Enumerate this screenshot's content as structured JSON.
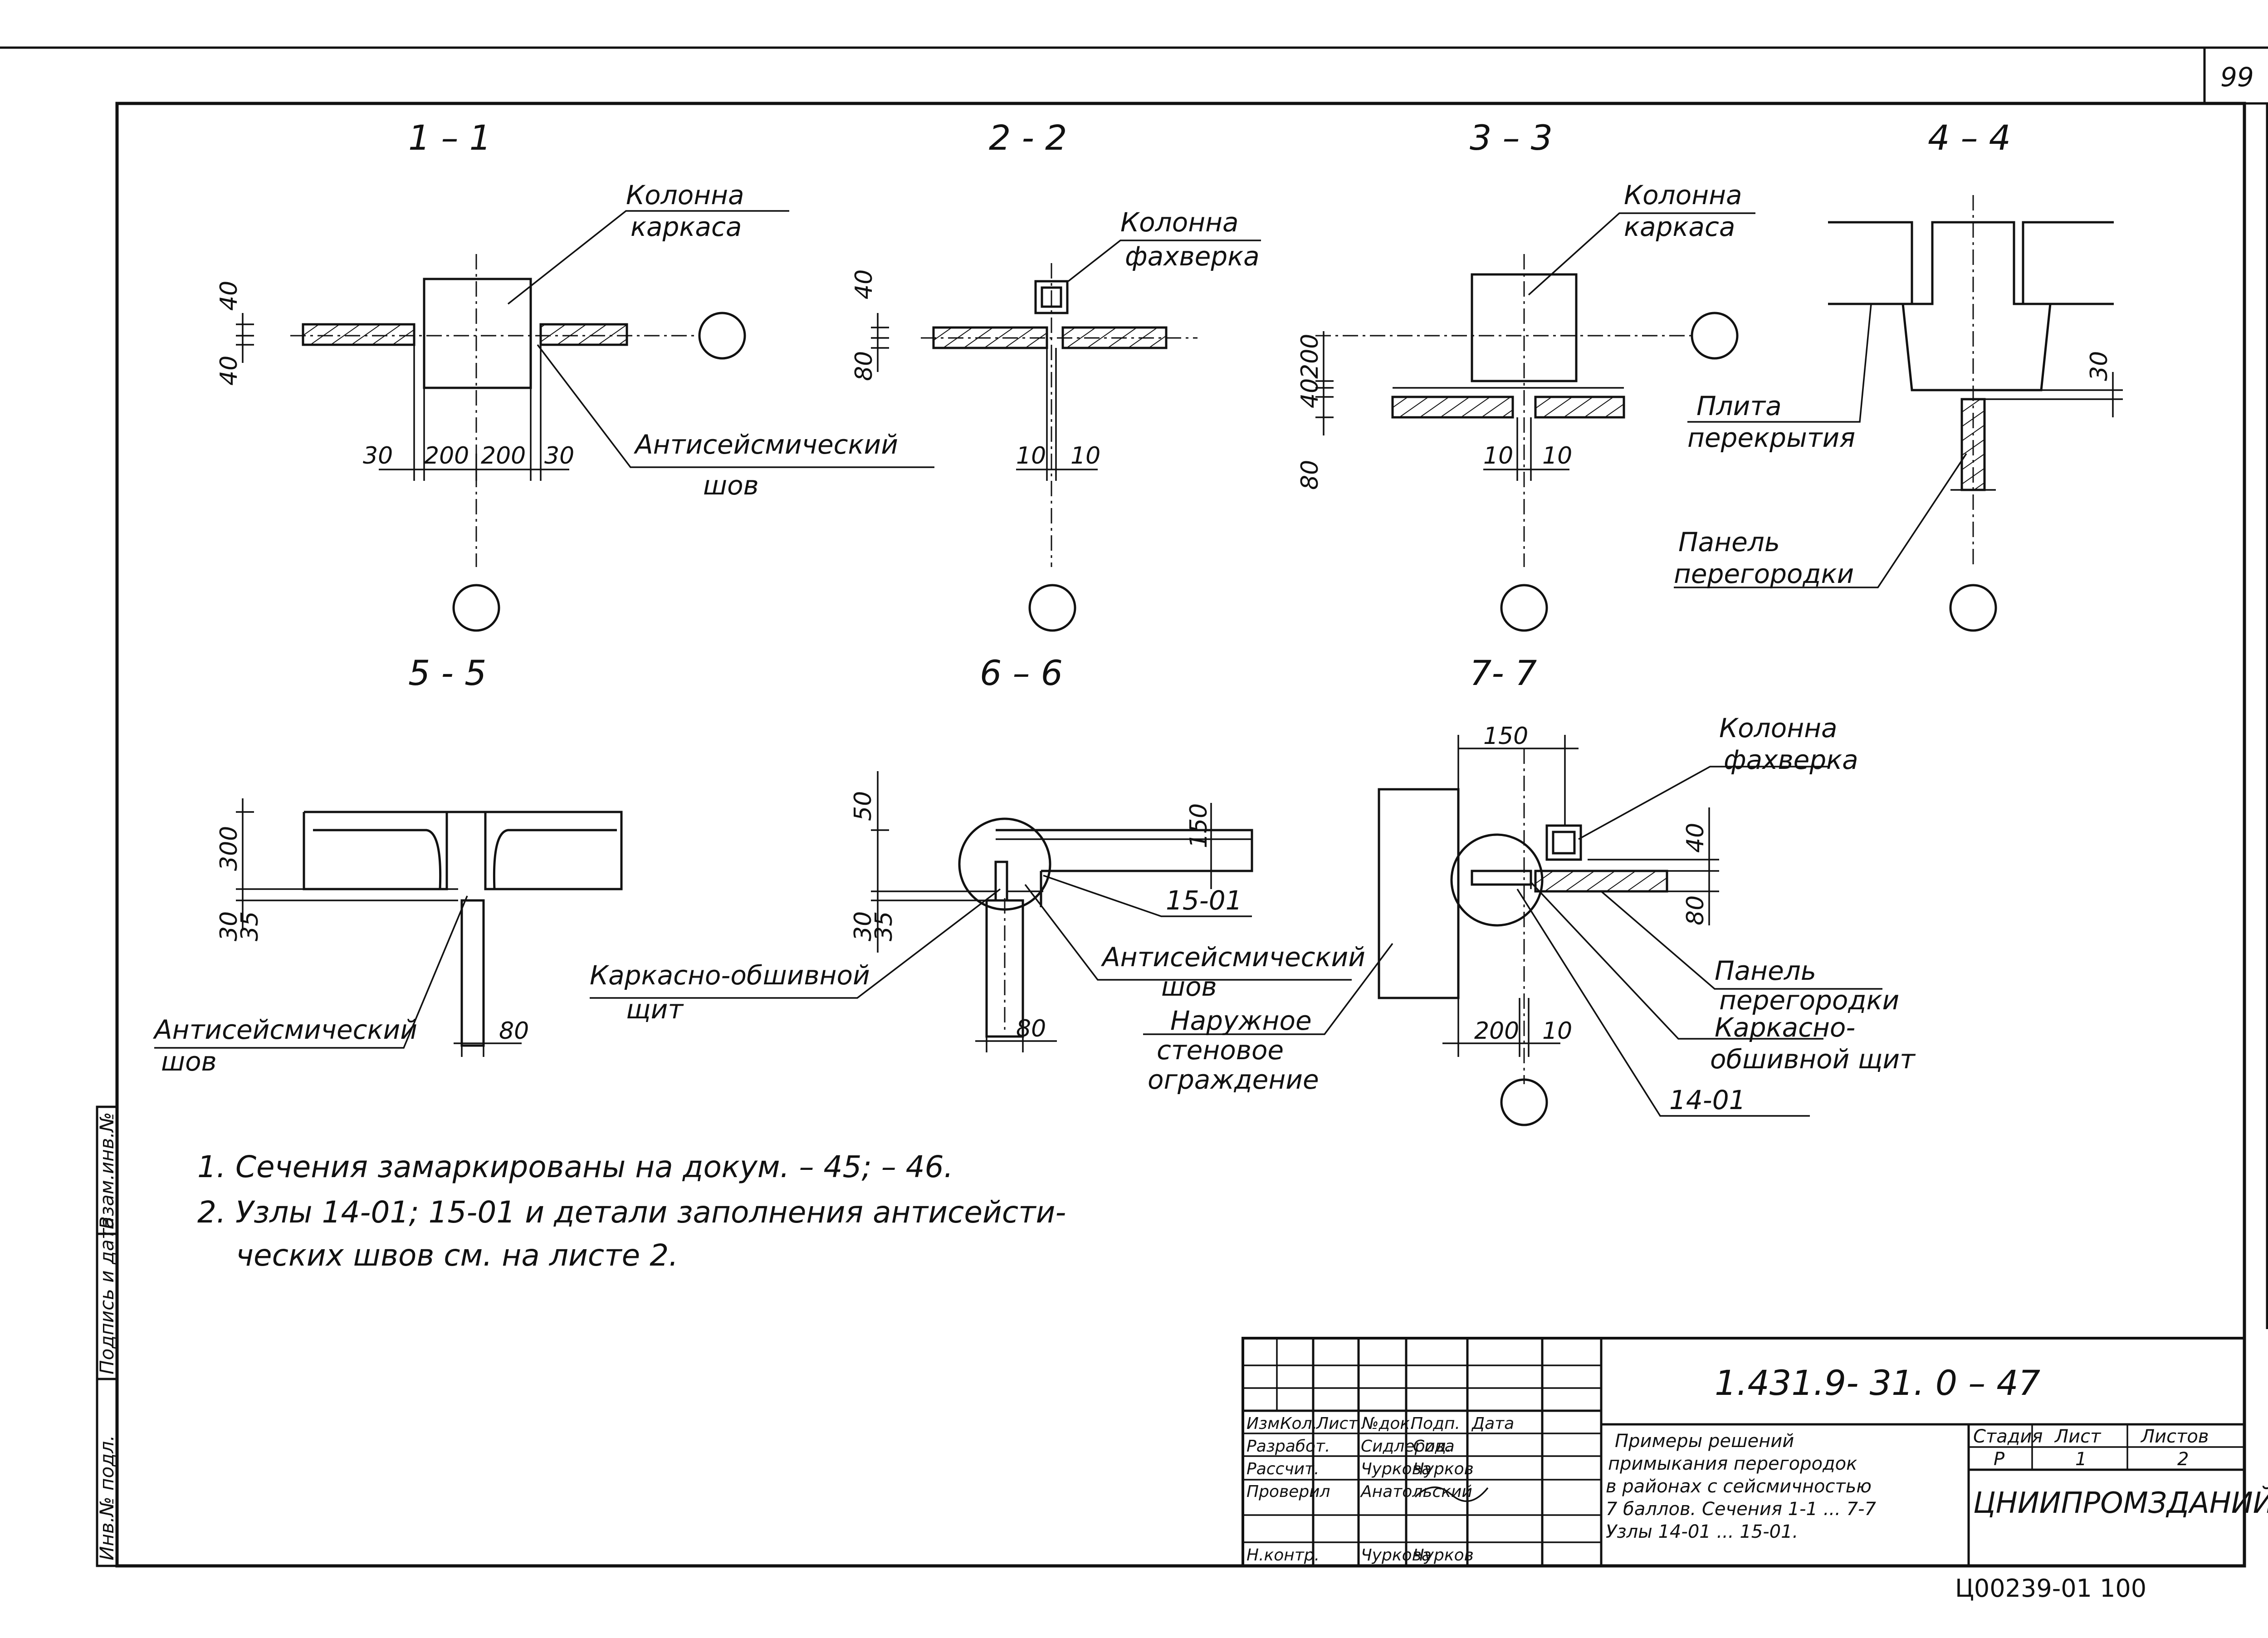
{
  "page_number": "99",
  "sections": {
    "s1": {
      "title": "1 – 1",
      "label_column_line1": "Колонна",
      "label_column_line2": "каркаса",
      "label_seam_line1": "Антисейсмический",
      "label_seam_line2": "шов",
      "dims": [
        "40",
        "40",
        "30",
        "200",
        "200",
        "30"
      ]
    },
    "s2": {
      "title": "2 - 2",
      "label_line1": "Колонна",
      "label_line2": "фахверка",
      "dims": [
        "40",
        "80",
        "10",
        "10"
      ]
    },
    "s3": {
      "title": "3 – 3",
      "label_line1": "Колонна",
      "label_line2": "каркаса",
      "dims": [
        "200",
        "40",
        "80",
        "10",
        "10"
      ]
    },
    "s4": {
      "title": "4 – 4",
      "label_slab_line1": "Плита",
      "label_slab_line2": "перекрытия",
      "label_panel_line1": "Панель",
      "label_panel_line2": "перегородки",
      "dims": [
        "30"
      ]
    },
    "s5": {
      "title": "5 - 5",
      "label_seam_line1": "Антисейсмический",
      "label_seam_line2": "шов",
      "dims": [
        "300",
        "30",
        "35",
        "80"
      ]
    },
    "s6": {
      "title": "6 – 6",
      "label_node": "15-01",
      "label_frame_line1": "Каркасно-обшивной",
      "label_frame_line2": "щит",
      "label_seam_line1": "Антисейсмический",
      "label_seam_line2": "шов",
      "label_wall_line1": "Наружное",
      "label_wall_line2": "стеновое",
      "label_wall_line3": "ограждение",
      "dims": [
        "50",
        "150",
        "30",
        "35",
        "80"
      ]
    },
    "s7": {
      "title": "7- 7",
      "label_col_line1": "Колонна",
      "label_col_line2": "фахверка",
      "label_panel_line1": "Панель",
      "label_panel_line2": "перегородки",
      "label_frame_line1": "Каркасно-",
      "label_frame_line2": "обшивной щит",
      "label_node": "14-01",
      "dims": [
        "150",
        "40",
        "80",
        "200",
        "10"
      ]
    }
  },
  "notes": {
    "line1": "1. Сечения замаркированы на докум. – 45; – 46.",
    "line2": "2. Узлы 14-01; 15-01 и детали заполнения антисейсти-",
    "line3": "ческих швов см. на листе 2."
  },
  "side_stamp": {
    "cell1": "Инв.№ подл.",
    "cell2": "Подпись и дата",
    "cell3": "Взам.инв.№"
  },
  "title_block": {
    "doc_code": "1.431.9- 31. 0 – 47",
    "headers": [
      "Изм.",
      "Кол.",
      "Лист",
      "№док.",
      "Подп.",
      "Дата"
    ],
    "rows": [
      {
        "role": "Разработ.",
        "name": "Сидлерова",
        "sign": "Сид."
      },
      {
        "role": "Рассчит.",
        "name": "Чуркова",
        "sign": "Чурков"
      },
      {
        "role": "Проверил",
        "name": "Анатольский",
        "sign": ""
      },
      {
        "role": "Н.контр.",
        "name": "Чуркова",
        "sign": "Чурков"
      }
    ],
    "description_lines": [
      "Примеры решений",
      "примыкания перегородок",
      "в районах с сейсмичностью",
      "7 баллов. Сечения 1-1 ... 7-7",
      "Узлы 14-01 ... 15-01."
    ],
    "stage_label": "Стадия",
    "sheet_label": "Лист",
    "sheets_label": "Листов",
    "stage_value": "Р",
    "sheet_value": "1",
    "sheets_value": "2",
    "organization": "ЦНИИПРОМЗДАНИЙ",
    "serial": "Ц00239-01 100"
  }
}
